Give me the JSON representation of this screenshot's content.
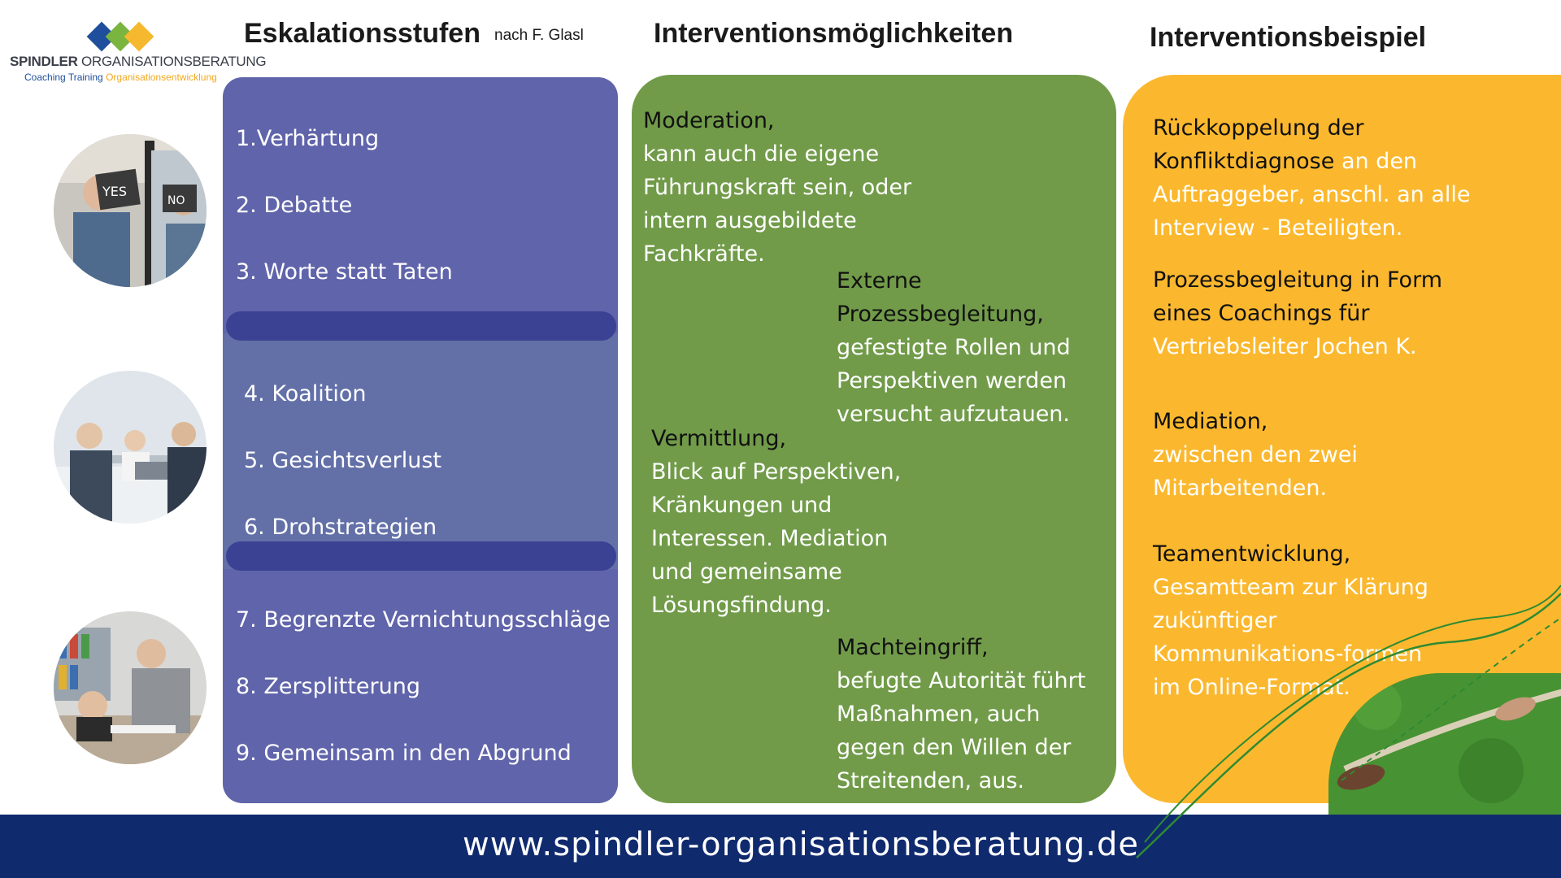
{
  "logo": {
    "name_bold": "SPINDLER",
    "name_rest": " ORGANISATIONSBERATUNG",
    "tagline_part1": "Coaching Training ",
    "tagline_part2": "Organisationsentwicklung",
    "colors": [
      "#1f4e9c",
      "#7ab540",
      "#f5b82e"
    ]
  },
  "headers": {
    "stages": "Eskalationsstufen",
    "stages_sub": "nach F. Glasl",
    "interventions": "Interventionsmöglichkeiten",
    "examples": "Interventionsbeispiel"
  },
  "stages": [
    "1.Verhärtung",
    "2. Debatte",
    "3. Worte statt Taten",
    "4. Koalition",
    "5. Gesichtsverlust",
    "6. Drohstrategien",
    "7. Begrenzte Vernichtungsschläge",
    "8. Zersplitterung",
    "9. Gemeinsam in den Abgrund"
  ],
  "interventions": {
    "moderation": {
      "title": "Moderation,",
      "text": "kann auch die eigene Führungskraft sein, oder intern ausgebildete Fachkräfte."
    },
    "external": {
      "title": "Externe Prozessbegleitung,",
      "text": "gefestigte Rollen und Perspektiven werden versucht aufzutauen."
    },
    "mediation": {
      "title": "Vermittlung,",
      "text": "Blick auf Perspektiven, Kränkungen und Interessen. Mediation und gemeinsame Lösungsfindung."
    },
    "power": {
      "title": "Machteingriff,",
      "text": "befugte Autorität führt Maßnahmen, auch gegen den Willen der Streitenden, aus."
    }
  },
  "examples": {
    "feedback": {
      "title": "Rückkoppelung der Konfliktdiagnose",
      "text": " an den Auftraggeber, anschl. an alle Interview - Beteiligten."
    },
    "coaching": {
      "title": "Prozessbegleitung in Form eines Coachings für",
      "text": "Vertriebsleiter Jochen K."
    },
    "mediation": {
      "title": "Mediation,",
      "text": "zwischen den zwei Mitarbeitenden."
    },
    "team": {
      "title": "Teamentwicklung,",
      "text": "Gesamtteam zur Klärung zukünftiger Kommunikations-formen im Online-Format."
    }
  },
  "photos": {
    "top": {
      "sign_yes": "YES",
      "sign_no": "NO"
    }
  },
  "footer": {
    "url": "www.spindler-organisationsberatung.de"
  }
}
